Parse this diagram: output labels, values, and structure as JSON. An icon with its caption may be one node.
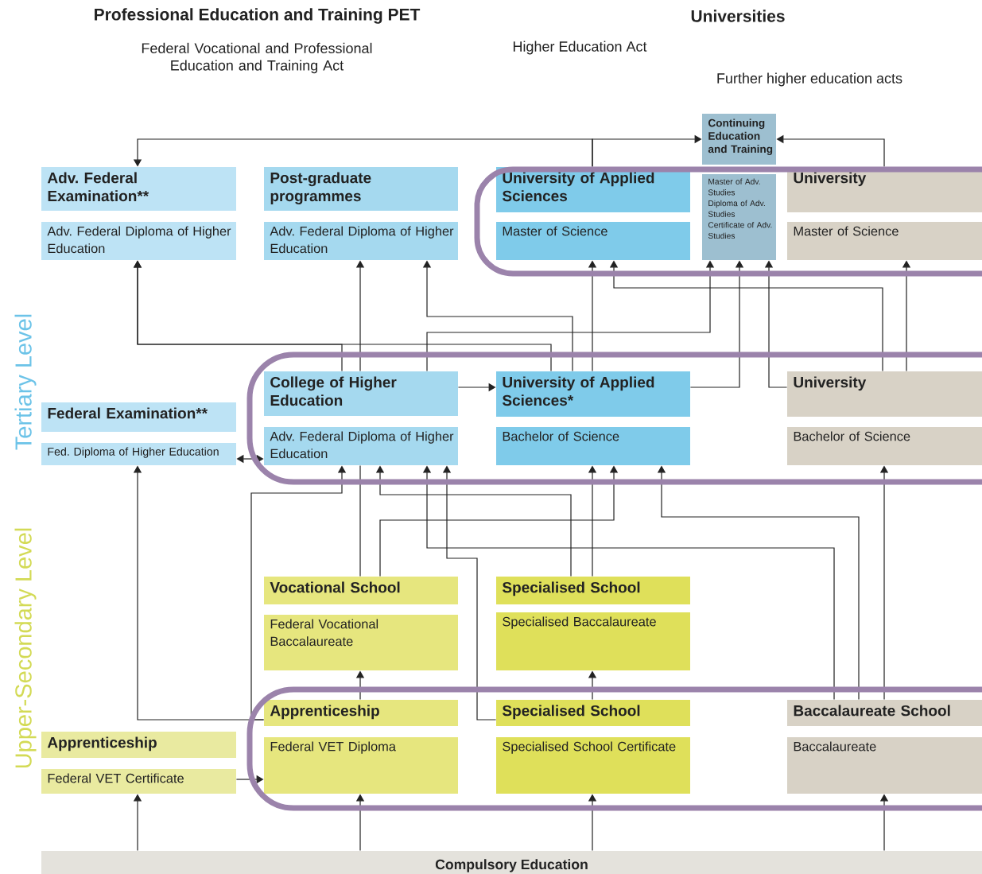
{
  "diagram": {
    "nodes": [
      {
        "text": [
          "Adv. Federal Examination**",
          "Adv. Federal Diploma of Higher Education"
        ]
      },
      {
        "text": [
          "Post-graduate programmes",
          "Adv. Federal Diploma of Higher Education"
        ]
      },
      {
        "text": [
          "University of Applied Sciences",
          "Master of Science"
        ]
      },
      {
        "text": [
          "Continuing Education and Training",
          "Master of Adv. Studies",
          "Diploma of Adv. Studies",
          "Certificate of Adv. Studies"
        ]
      },
      {
        "text": [
          "University",
          "Master of Science"
        ]
      },
      {
        "text": [
          "Federal Examination**",
          "Fed. Diploma of Higher Education"
        ]
      },
      {
        "text": [
          "College of Higher Education",
          "Adv. Federal Diploma of Higher Education"
        ]
      },
      {
        "text": [
          "University of Applied Sciences*",
          "Bachelor of Science"
        ]
      },
      {
        "text": [
          "University",
          "Bachelor of Science"
        ]
      },
      {
        "text": [
          "Vocational School",
          "Federal Vocational Baccalaureate"
        ]
      },
      {
        "text": [
          "Specialised School",
          "Specialised Baccalaureate"
        ]
      },
      {
        "text": [
          "Apprenticeship",
          "Federal VET Certificate"
        ]
      },
      {
        "text": [
          "Apprenticeship",
          "Federal VET Diploma"
        ]
      },
      {
        "text": [
          "Specialised School",
          "Specialised School Certificate"
        ]
      },
      {
        "text": [
          "Baccalaureate School",
          "Baccalaureate"
        ]
      },
      {
        "text": [
          "Compulsory Education"
        ]
      }
    ],
    "edges": [
      {
        "from": 2,
        "to": 0,
        "arrow": "to"
      },
      {
        "from": 2,
        "to": 3,
        "arrow": "to"
      },
      {
        "from": 4,
        "to": 3,
        "arrow": "to"
      },
      {
        "from": 7,
        "to": 0,
        "arrow": "to"
      },
      {
        "from": 6,
        "to": 0,
        "arrow": "to"
      },
      {
        "from": 6,
        "to": 1,
        "arrow": "to"
      },
      {
        "from": 7,
        "to": 1,
        "arrow": "to"
      },
      {
        "from": 6,
        "to": 3,
        "arrow": "to"
      },
      {
        "from": 7,
        "to": 2,
        "arrow": "to"
      },
      {
        "from": 7,
        "to": 3,
        "arrow": "to"
      },
      {
        "from": 8,
        "to": 3,
        "arrow": "to"
      },
      {
        "from": 8,
        "to": 2,
        "arrow": "to"
      },
      {
        "from": 8,
        "to": 4,
        "arrow": "to"
      },
      {
        "from": 6,
        "to": 7,
        "arrow": "to"
      },
      {
        "from": 5,
        "to": 6,
        "arrow": "both"
      },
      {
        "from": 12,
        "to": 5,
        "arrow": "to"
      },
      {
        "from": 12,
        "to": 6,
        "arrow": "to"
      },
      {
        "from": 11,
        "to": 12,
        "arrow": "to"
      },
      {
        "from": 9,
        "to": 6,
        "arrow": "none"
      },
      {
        "from": 10,
        "to": 6,
        "arrow": "to"
      },
      {
        "from": 9,
        "to": 7,
        "arrow": "to"
      },
      {
        "from": 14,
        "to": 6,
        "arrow": "to"
      },
      {
        "from": 13,
        "to": 6,
        "arrow": "to"
      },
      {
        "from": 10,
        "to": 7,
        "arrow": "to"
      },
      {
        "from": 14,
        "to": 7,
        "arrow": "to"
      },
      {
        "from": 14,
        "to": 8,
        "arrow": "to"
      },
      {
        "from": 12,
        "to": 9,
        "arrow": "to"
      },
      {
        "from": 13,
        "to": 10,
        "arrow": "to"
      },
      {
        "from": 15,
        "to": 11,
        "arrow": "to"
      },
      {
        "from": 15,
        "to": 12,
        "arrow": "to"
      },
      {
        "from": 15,
        "to": 13,
        "arrow": "to"
      },
      {
        "from": 15,
        "to": 14,
        "arrow": "to"
      }
    ],
    "labels": [
      "Professional Education and Training PET",
      "Universities",
      "Federal Vocational and Professional Education and Training Act",
      "Higher Education Act",
      "Further higher education acts",
      "Tertiary Level",
      "Upper-Secondary Level"
    ]
  }
}
